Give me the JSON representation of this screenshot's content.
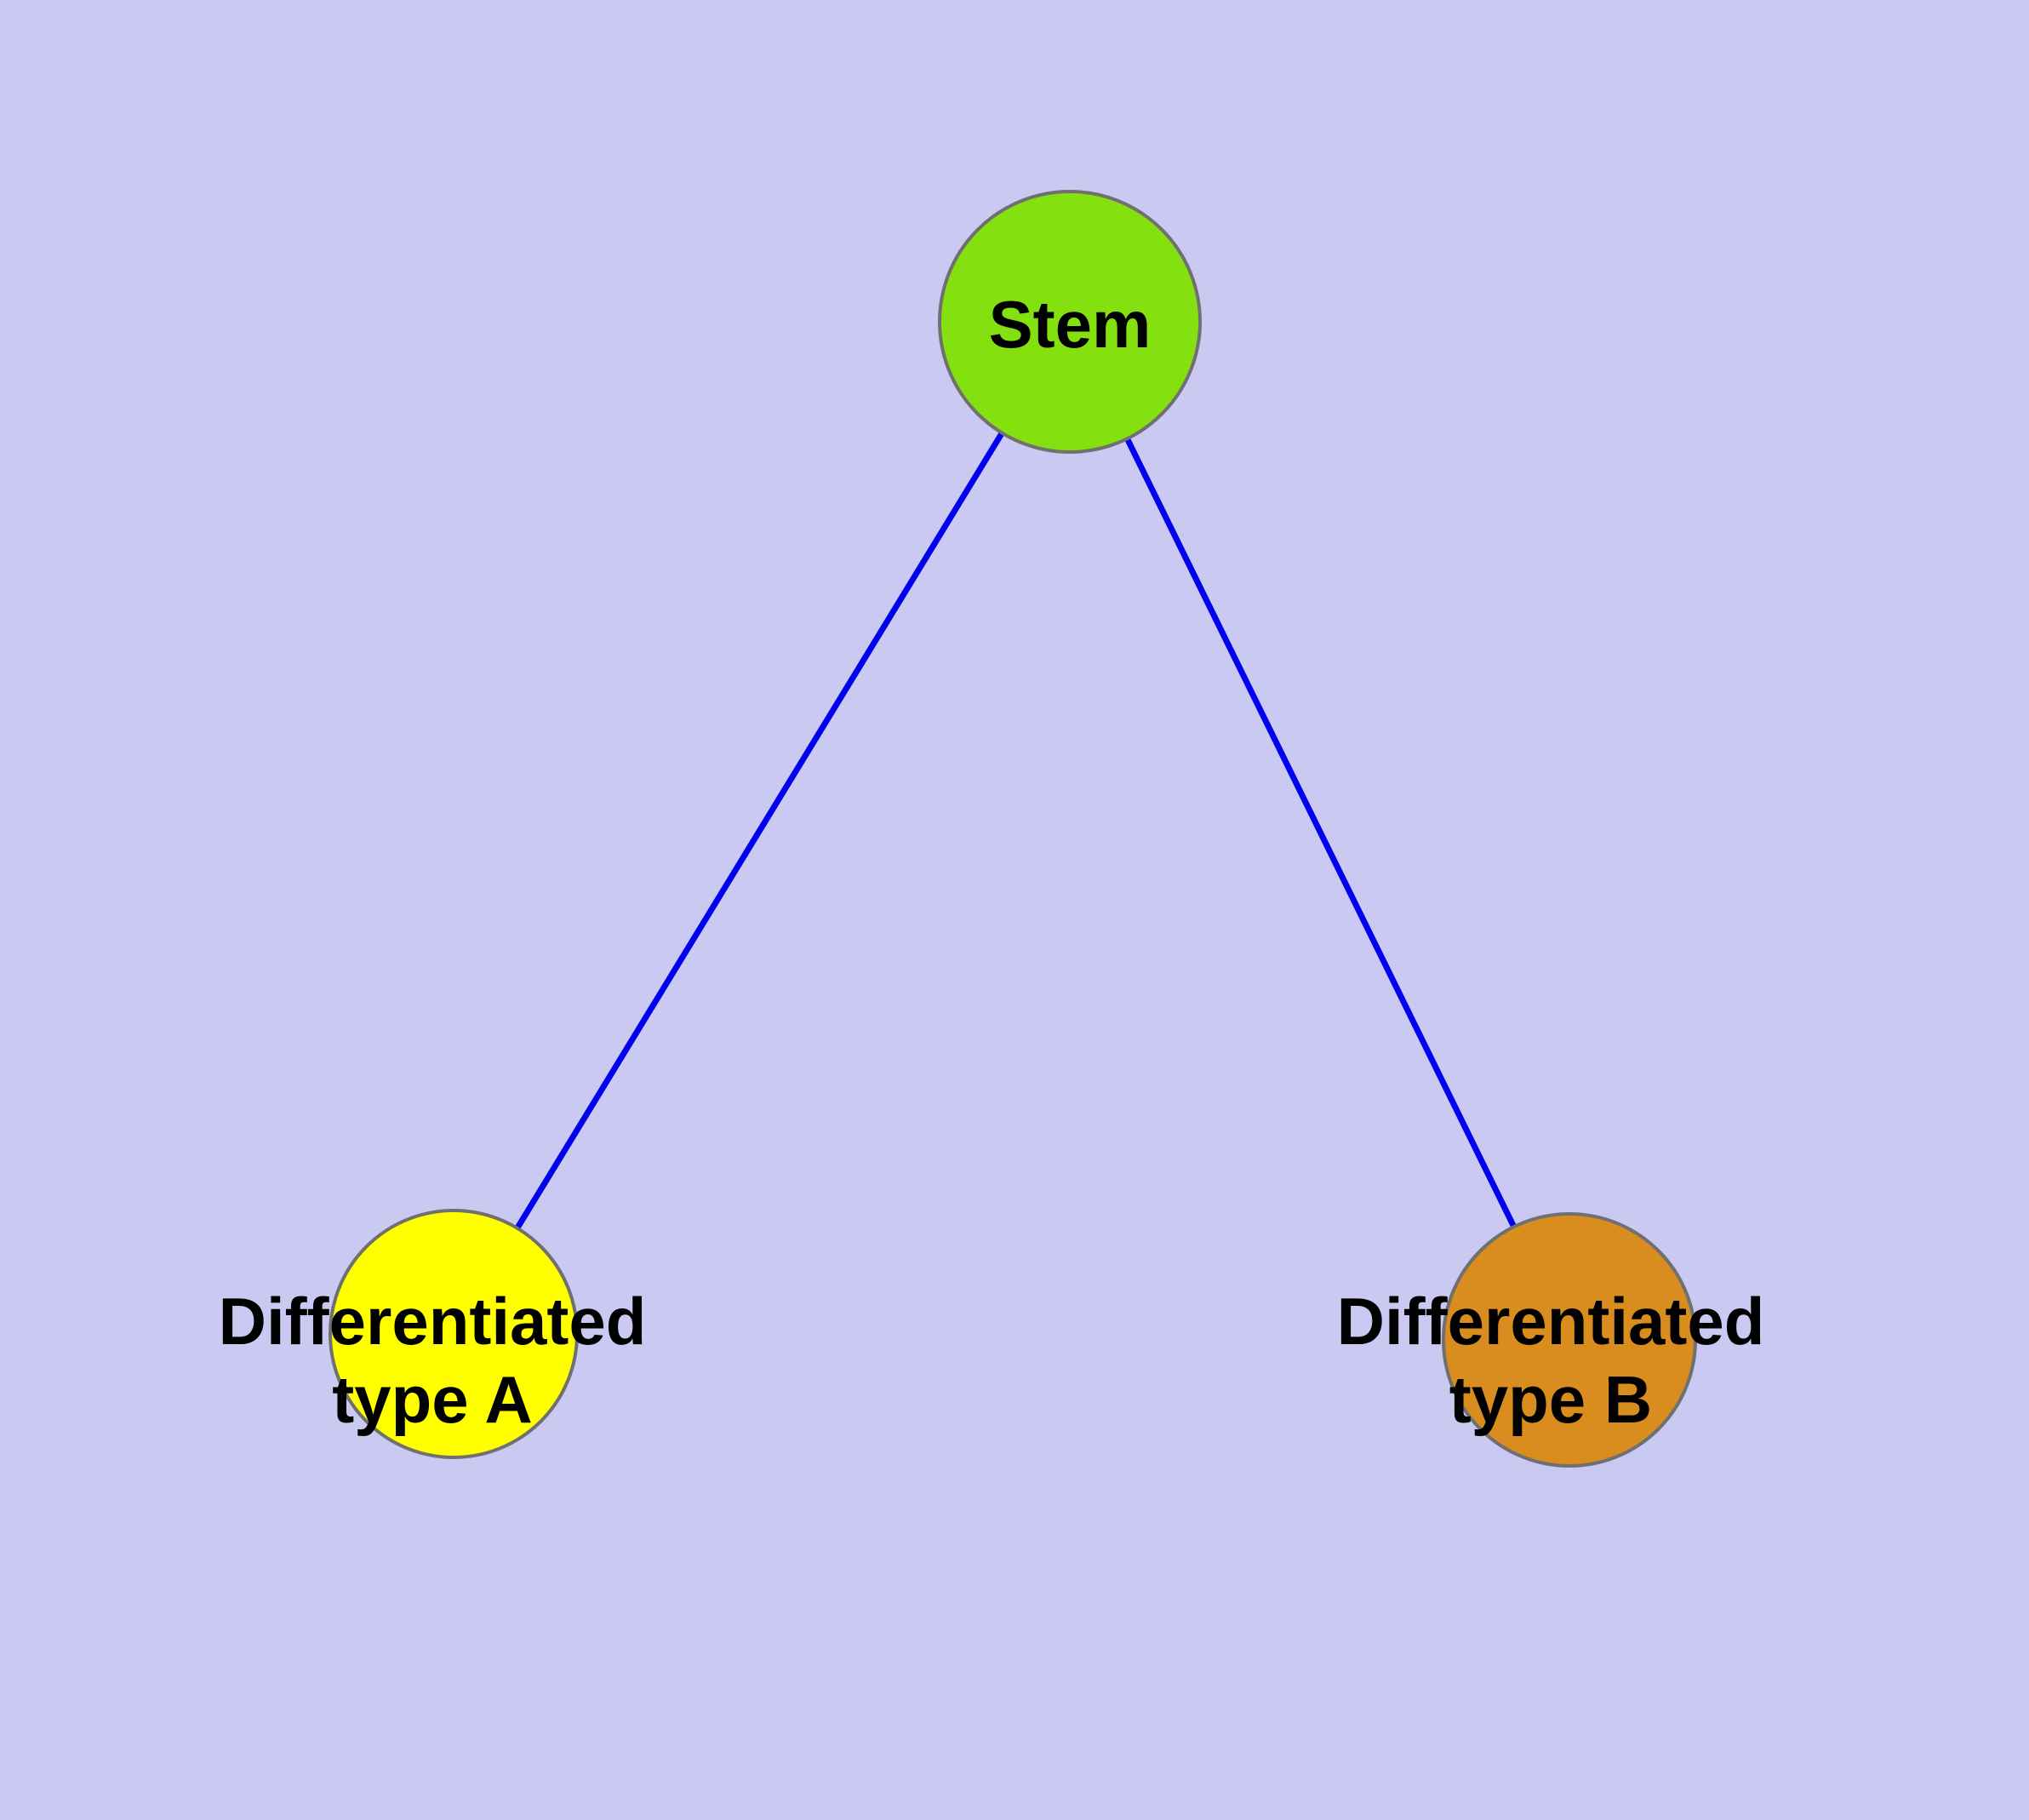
{
  "diagram": {
    "background_color": "#c9c9f2",
    "edge_color": "#0000ee",
    "node_border_color": "#707070",
    "text_color": "#000000",
    "nodes": {
      "stem": {
        "label": "Stem",
        "color": "#85e010"
      },
      "type_a": {
        "label": "Differentiated type A",
        "label_lines": [
          "Differentiated",
          "type A"
        ],
        "color": "#ffff00"
      },
      "type_b": {
        "label": "Differentiated type B",
        "label_lines": [
          "Differentiated",
          "type B"
        ],
        "color": "#d98d1f"
      }
    },
    "edges": [
      {
        "from": "Stem",
        "to": "Differentiated type A"
      },
      {
        "from": "Stem",
        "to": "Differentiated type B"
      }
    ]
  }
}
